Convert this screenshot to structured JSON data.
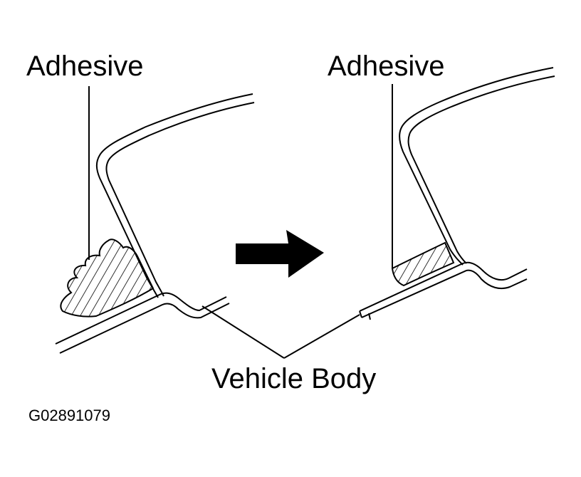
{
  "labels": {
    "adhesive_left": "Adhesive",
    "adhesive_right": "Adhesive",
    "vehicle_body": "Vehicle Body",
    "figure_code": "G02891079"
  },
  "colors": {
    "ink": "#000000",
    "paper": "#ffffff"
  },
  "icons": {
    "arrow": "right-arrow-icon"
  }
}
